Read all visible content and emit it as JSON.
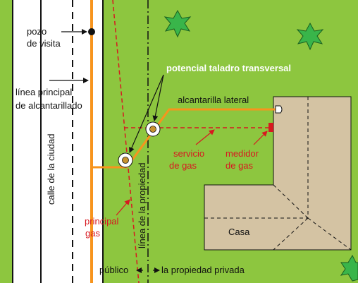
{
  "diagram": {
    "labels": {
      "manhole": [
        "pozo",
        "de visita"
      ],
      "main_sewer": [
        "línea principal",
        "de alcantarillado"
      ],
      "street": "calle de la ciudad",
      "potential_bore": "potencial taladro transversal",
      "lateral_sewer": "alcantarilla lateral",
      "gas_service": [
        "servicio",
        "de gas"
      ],
      "gas_meter": [
        "medidor",
        "de gas"
      ],
      "property_line": "línea de la propiedad",
      "gas_main": [
        "principal",
        "gas"
      ],
      "house": "Casa",
      "public": "público",
      "private": "la propiedad privada"
    },
    "colors": {
      "grass": "#8dc63f",
      "road": "#ffffff",
      "sewer": "#f7941d",
      "gas": "#d71920",
      "house": "#d4c3a3",
      "tree": "#39b54a",
      "line": "#111111"
    }
  }
}
